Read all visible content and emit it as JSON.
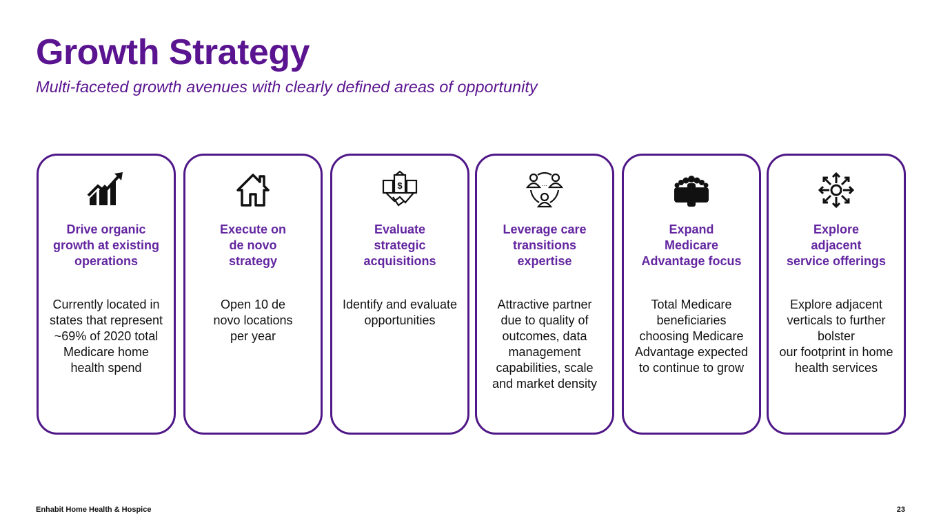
{
  "header": {
    "title": "Growth Strategy",
    "subtitle": "Multi-faceted growth avenues with clearly defined areas of opportunity"
  },
  "cards": [
    {
      "icon": "growth-chart-icon",
      "heading": "Drive organic\ngrowth at existing\noperations",
      "body": "Currently located in\nstates that represent\n~69% of 2020 total\nMedicare home\nhealth spend"
    },
    {
      "icon": "house-icon",
      "heading": "Execute on\nde novo\nstrategy",
      "body": "Open 10 de\nnovo locations\nper year"
    },
    {
      "icon": "acquisition-handshake-icon",
      "heading": "Evaluate\nstrategic\nacquisitions",
      "body": "Identify and evaluate\nopportunities"
    },
    {
      "icon": "people-network-icon",
      "heading": "Leverage care\ntransitions\nexpertise",
      "body": "Attractive partner\ndue to quality of\noutcomes, data\nmanagement\ncapabilities, scale\nand market density"
    },
    {
      "icon": "crowd-icon",
      "heading": "Expand\nMedicare\nAdvantage focus",
      "body": "Total Medicare\nbeneficiaries\nchoosing Medicare\nAdvantage expected\nto continue to grow"
    },
    {
      "icon": "expand-arrows-icon",
      "heading": "Explore\nadjacent\nservice offerings",
      "body": "Explore adjacent\nverticals to further\nbolster\nour footprint in home\nhealth services"
    }
  ],
  "footer": {
    "company": "Enhabit Home Health & Hospice",
    "page_number": "23"
  }
}
